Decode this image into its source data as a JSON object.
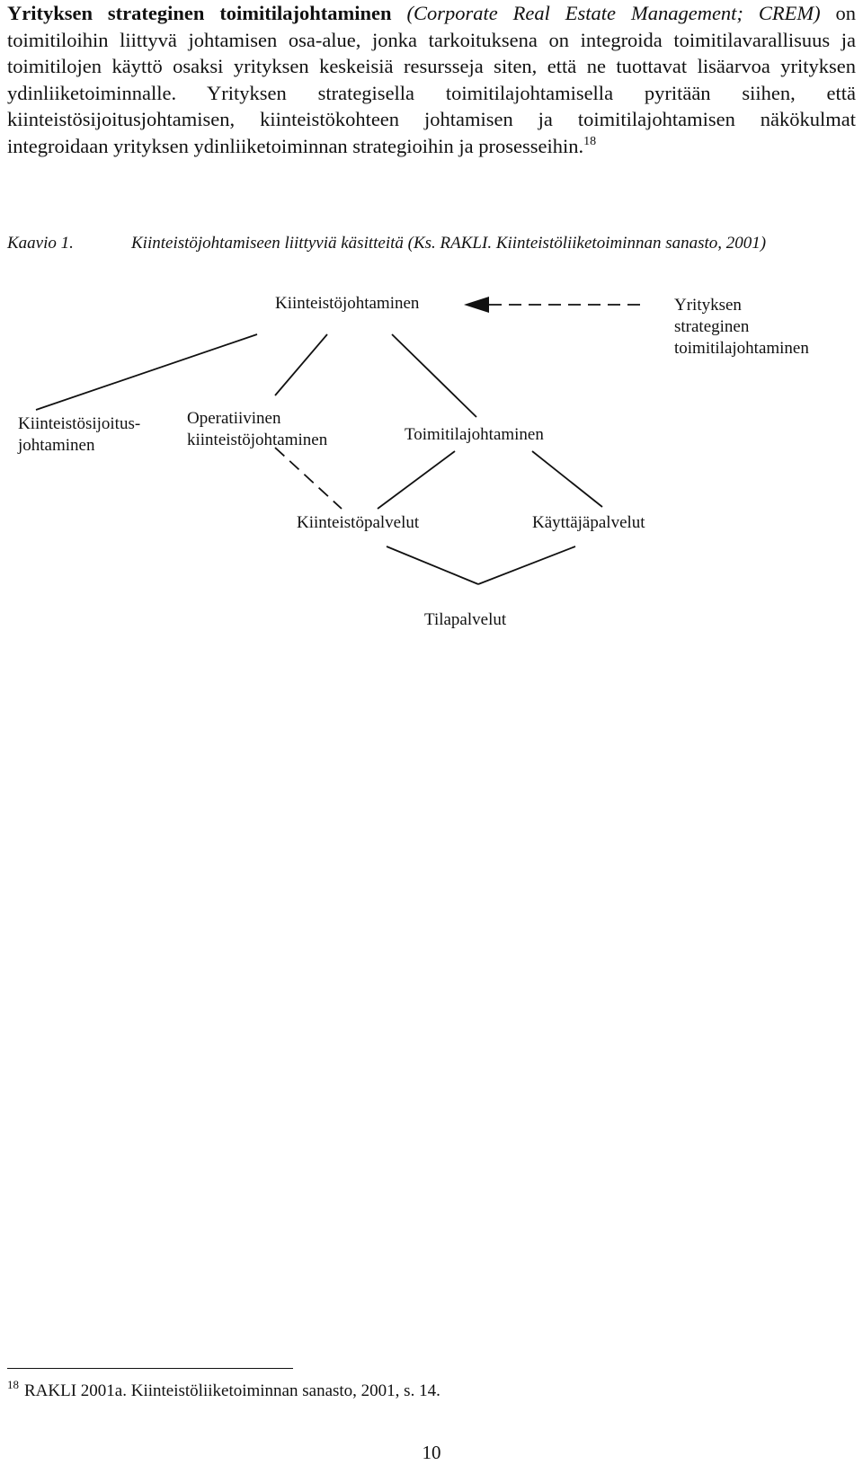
{
  "paragraph": {
    "term_bold": "Yrityksen strateginen toimitilajohtaminen",
    "term_italic": "(Corporate Real Estate Management; CREM)",
    "text1": " on toimitiloihin liittyvä johtamisen osa-alue, jonka tarkoituksena on integroida toimitilavarallisuus ja toimitilojen käyttö osaksi yrityksen keskeisiä resursseja siten, että ne tuottavat lisäarvoa yrityksen ydinliiketoiminnalle. Yrityksen strategisella toimitilajohtamisella pyritään siihen, että kiinteistösijoitusjohtamisen, kiinteistökohteen johtamisen ja toimitilajohtamisen näkökulmat integroidaan yrityksen ydinliiketoiminnan strategioihin ja prosesseihin.",
    "footnote_ref": "18"
  },
  "caption": {
    "number": "Kaavio 1.",
    "text": "Kiinteistöjohtamiseen liittyviä käsitteitä (Ks. RAKLI. Kiinteistöliiketoiminnan sanasto, 2001)"
  },
  "diagram": {
    "kiinteistojohtaminen": "Kiinteistöjohtaminen",
    "strateginen_line1": "Yrityksen",
    "strateginen_line2": "strateginen",
    "strateginen_line3": "toimitilajohtaminen",
    "sijoitus_line1": "Kiinteistösijoitus-",
    "sijoitus_line2": "johtaminen",
    "operatiivinen_line1": "Operatiivinen",
    "operatiivinen_line2": "kiinteistöjohtaminen",
    "toimitilajohtaminen": "Toimitilajohtaminen",
    "kiinteistopalvelut": "Kiinteistöpalvelut",
    "kayttajapalvelut": "Käyttäjäpalvelut",
    "tilapalvelut": "Tilapalvelut"
  },
  "footnote": {
    "number": "18",
    "text": "RAKLI 2001a. Kiinteistöliiketoiminnan sanasto, 2001, s. 14."
  },
  "page_number": "10"
}
